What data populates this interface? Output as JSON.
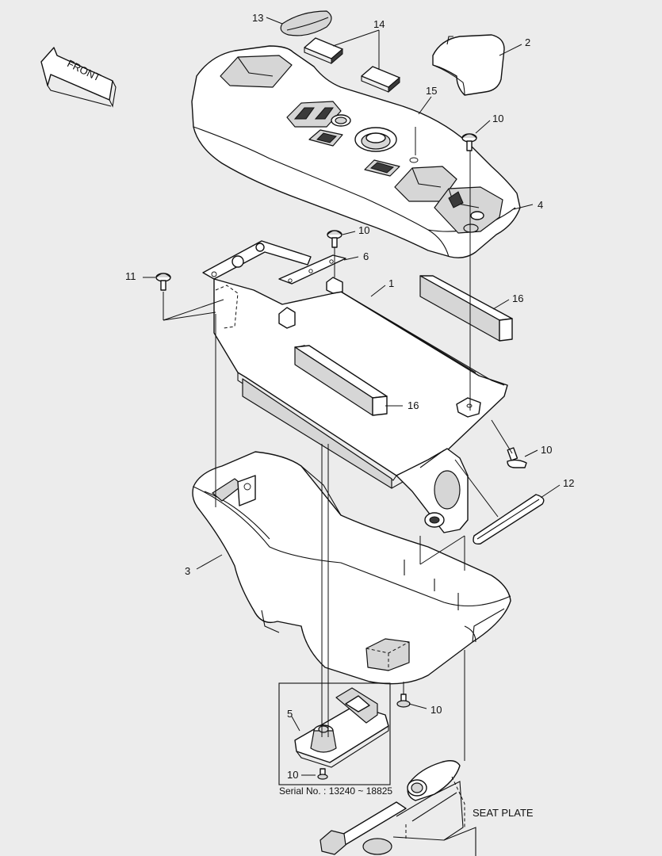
{
  "callouts": {
    "c13": "13",
    "c14": "14",
    "c2": "2",
    "c15": "15",
    "c10_top": "10",
    "c4": "4",
    "c10_b": "10",
    "c6": "6",
    "c11": "11",
    "c1": "1",
    "c16_r": "16",
    "c16_l": "16",
    "c10_c": "10",
    "c12": "12",
    "c3": "3",
    "c10_d": "10",
    "c5": "5",
    "c10_e": "10"
  },
  "front_label": "FRONT",
  "serial_label": "Serial No. : 13240 ~ 18825",
  "seat_plate_label": "SEAT PLATE"
}
